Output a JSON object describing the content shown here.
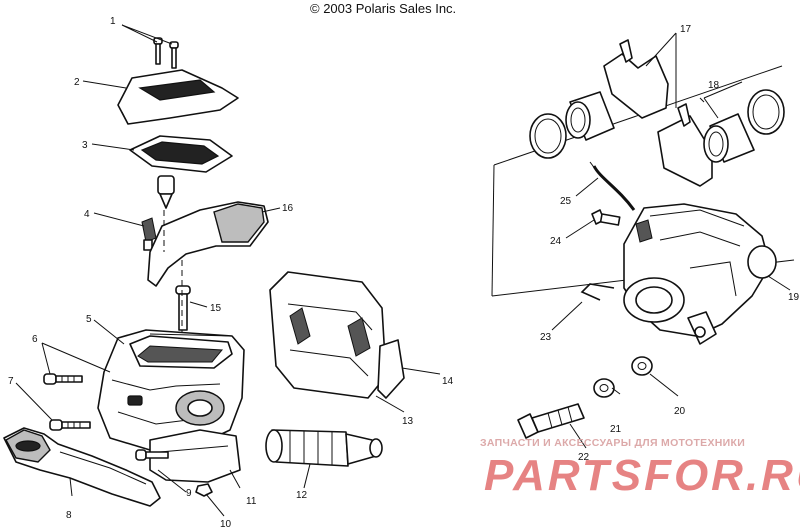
{
  "diagram": {
    "copyright": "© 2003 Polaris Sales Inc.",
    "callouts": [
      "1",
      "2",
      "3",
      "4",
      "5",
      "6",
      "7",
      "8",
      "9",
      "10",
      "11",
      "12",
      "13",
      "14",
      "15",
      "16",
      "17",
      "18",
      "19",
      "20",
      "21",
      "22",
      "23",
      "24",
      "25"
    ]
  },
  "watermark": {
    "tagline": "ЗАПЧАСТИ И АКСЕССУАРЫ ДЛЯ МОТОТЕХНИКИ",
    "brand": "PARTSFOR.RU"
  }
}
